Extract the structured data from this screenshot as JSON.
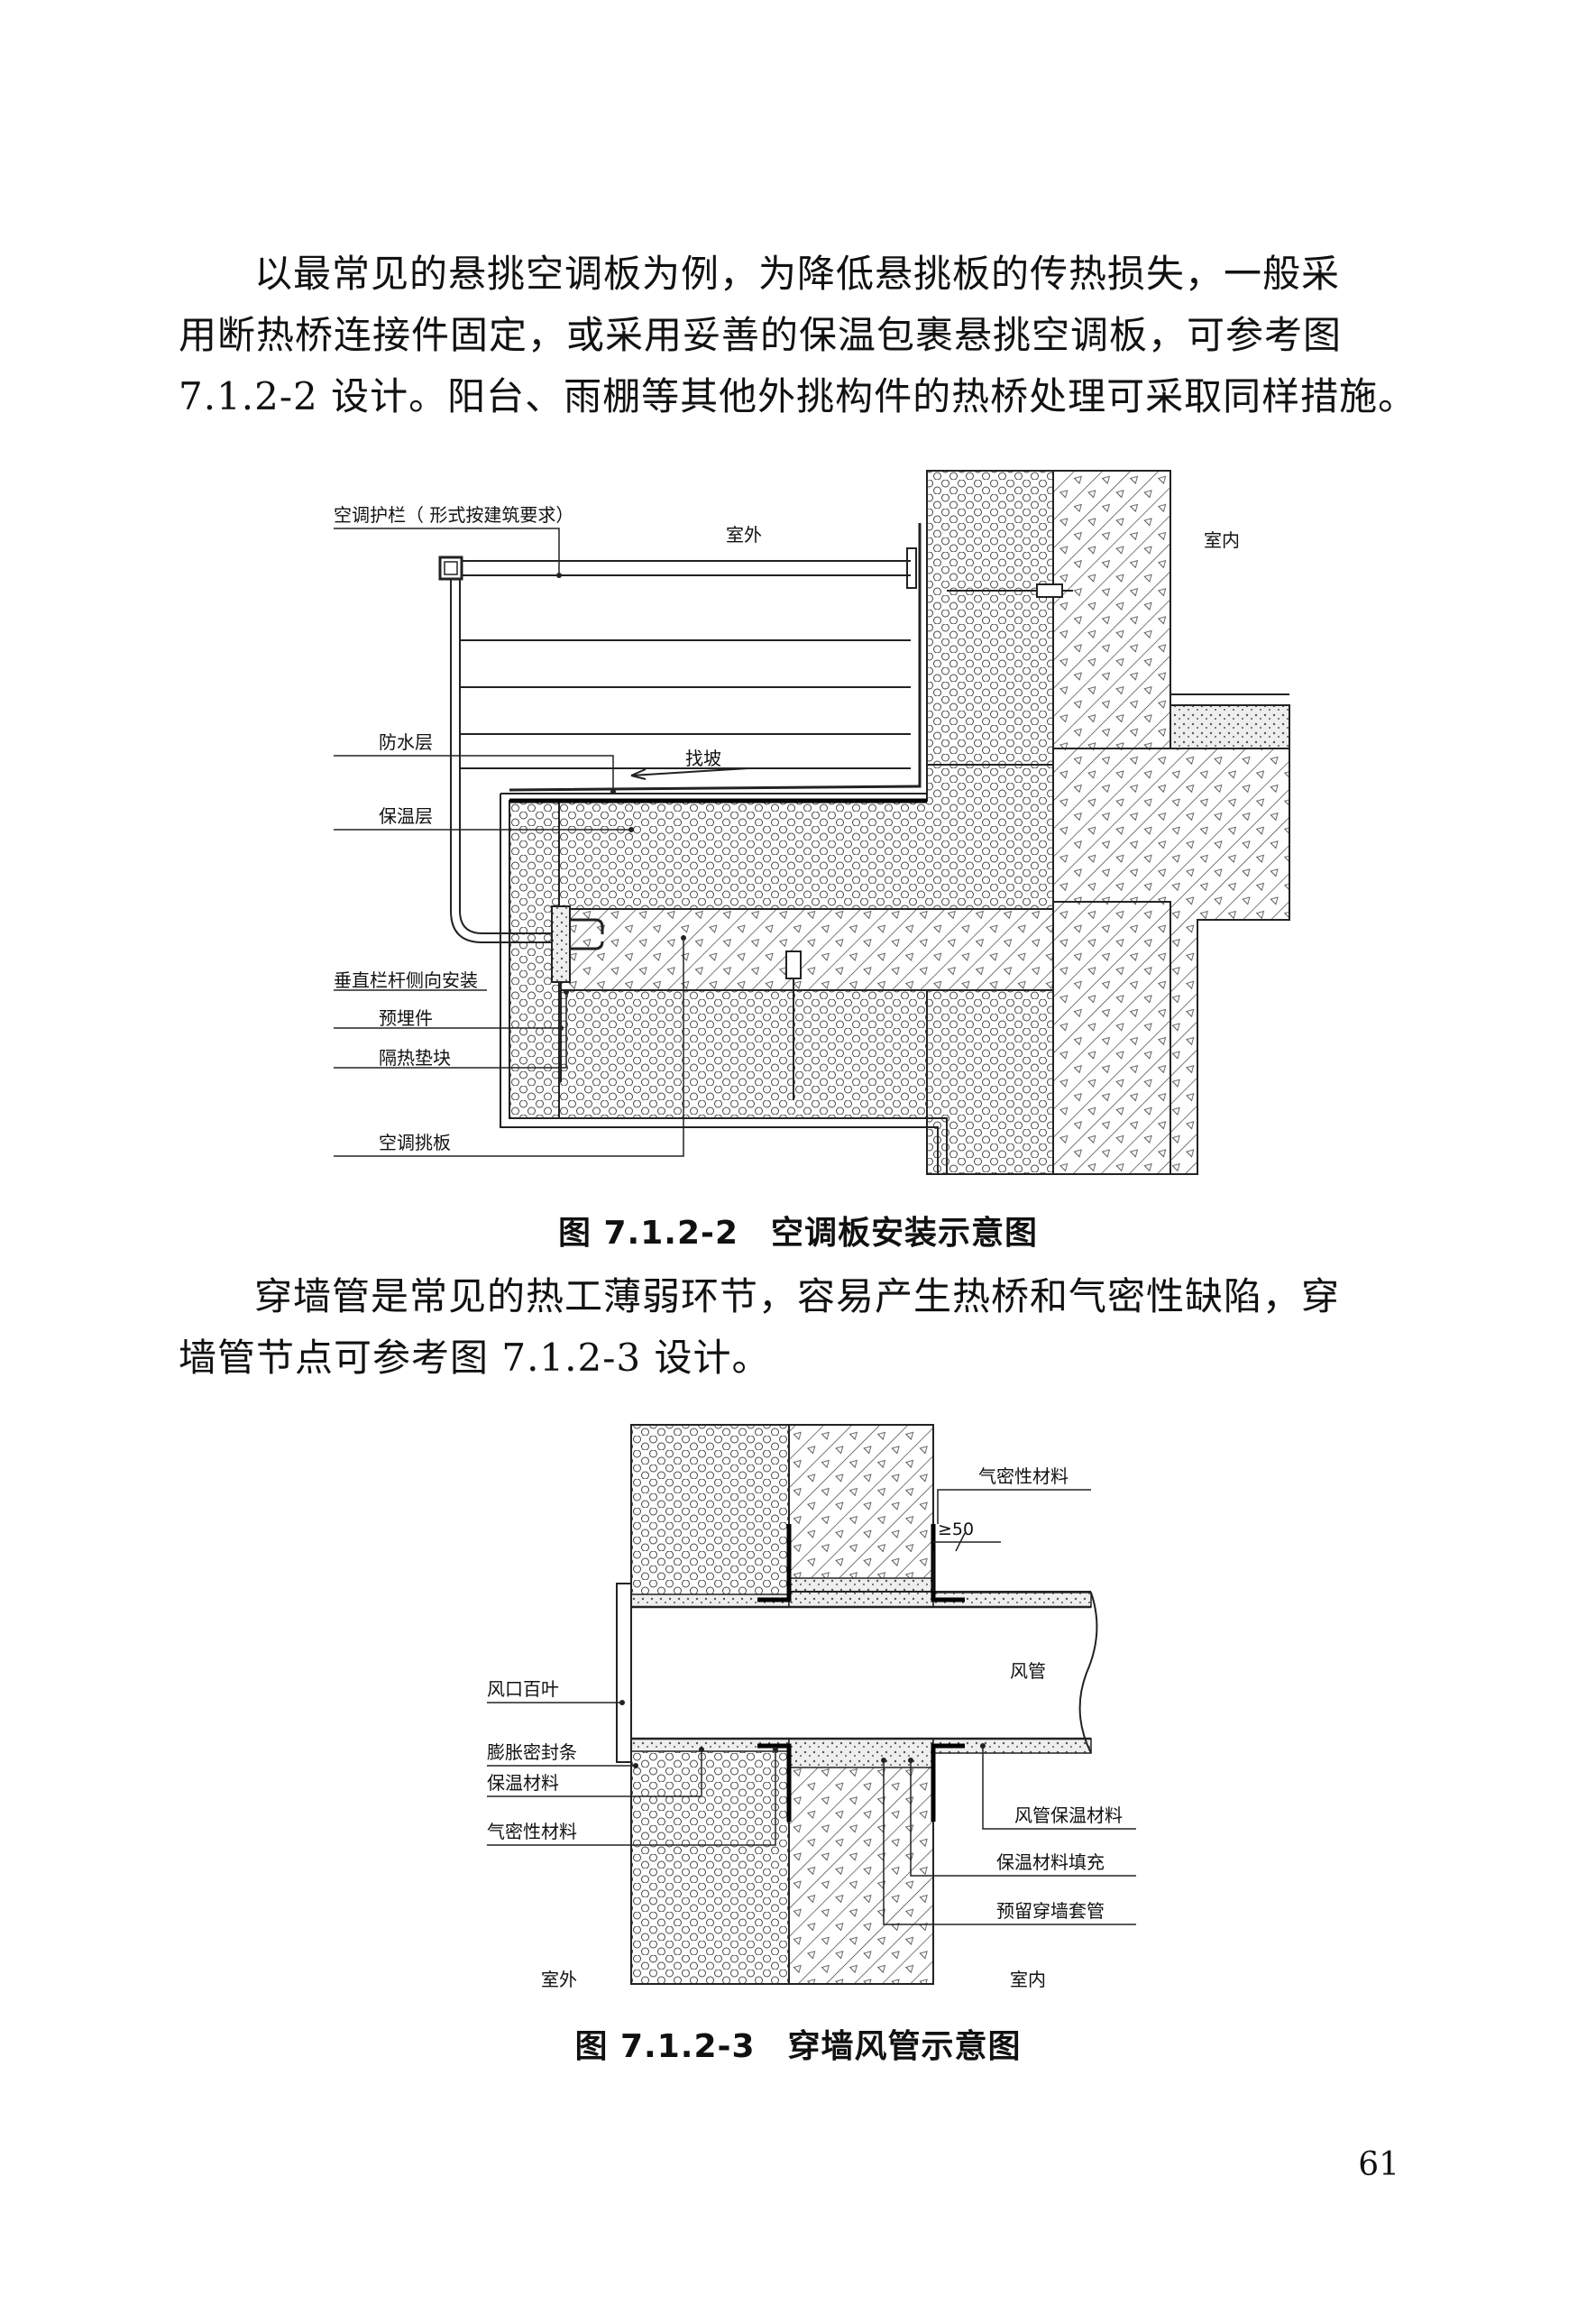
{
  "paragraph1": {
    "lines": [
      "以最常见的悬挑空调板为例，为降低悬挑板的传热损失，一般采",
      "用断热桥连接件固定，或采用妥善的保温包裹悬挑空调板，可参考图",
      "7.1.2-2 设计。阳台、雨棚等其他外挑构件的热桥处理可采取同样措施。"
    ]
  },
  "figure1": {
    "labels": {
      "railing": "空调护栏（ 形式按建筑要求）",
      "outdoor": "室外",
      "indoor": "室内",
      "waterproof": "防水层",
      "slope": "找坡",
      "insulation": "保温层",
      "vertical_rod": "垂直栏杆侧向安装",
      "embedded": "预埋件",
      "thermal_pad": "隔热垫块",
      "ac_slab": "空调挑板"
    },
    "caption_number": "图 7.1.2-2",
    "caption_title": "空调板安装示意图"
  },
  "paragraph2": {
    "lines": [
      "穿墙管是常见的热工薄弱环节，容易产生热桥和气密性缺陷，穿",
      "墙管节点可参考图 7.1.2-3 设计。"
    ]
  },
  "figure2": {
    "labels": {
      "airtight_top": "气密性材料",
      "dim": "≥50",
      "louver": "风口百叶",
      "duct": "风管",
      "seal_strip": "膨胀密封条",
      "insul_material": "保温材料",
      "airtight_left": "气密性材料",
      "duct_insul": "风管保温材料",
      "insul_fill": "保温材料填充",
      "sleeve": "预留穿墙套管",
      "outdoor": "室外",
      "indoor": "室内"
    },
    "caption_number": "图 7.1.2-3",
    "caption_title": "穿墙风管示意图"
  },
  "page_number": "61"
}
